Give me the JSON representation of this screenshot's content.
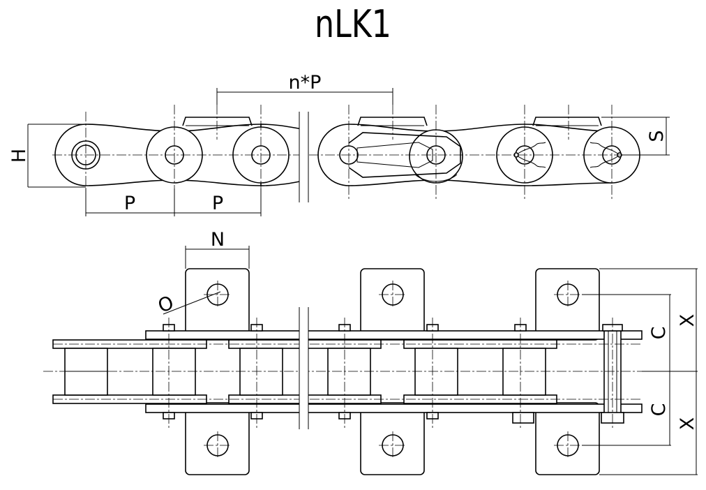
{
  "title": "nLK1",
  "labels": {
    "n_times_p": "n*P",
    "h": "H",
    "s": "S",
    "p_left": "P",
    "p_right": "P",
    "n": "N",
    "o": "O",
    "c_top": "C",
    "c_bottom": "C",
    "x_top": "X",
    "x_bottom": "X"
  }
}
